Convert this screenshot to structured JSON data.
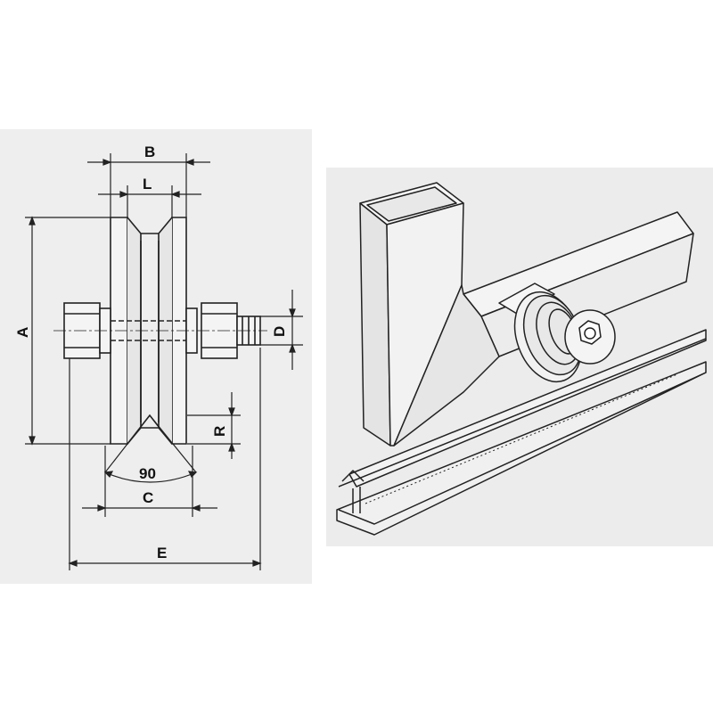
{
  "left_drawing": {
    "dimension_labels": {
      "B": "B",
      "L": "L",
      "A": "A",
      "D": "D",
      "R": "R",
      "angle": "90",
      "C": "C",
      "E": "E"
    }
  },
  "right_drawing": {},
  "colors": {
    "line": "#222222",
    "panel_left": "#eeeeee",
    "panel_right": "#ececec"
  }
}
